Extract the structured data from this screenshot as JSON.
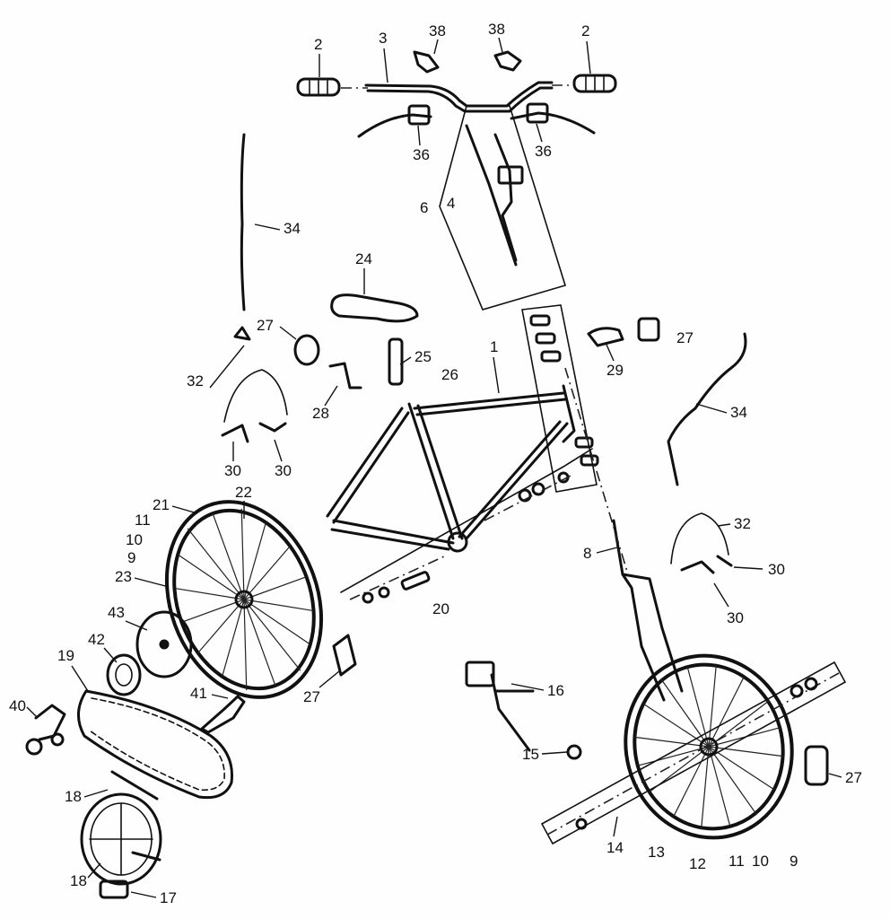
{
  "diagram": {
    "callouts": [
      {
        "id": "c1",
        "text": "1"
      },
      {
        "id": "c2a",
        "text": "2"
      },
      {
        "id": "c2b",
        "text": "2"
      },
      {
        "id": "c3",
        "text": "3"
      },
      {
        "id": "c4",
        "text": "4"
      },
      {
        "id": "c6",
        "text": "6"
      },
      {
        "id": "c8",
        "text": "8"
      },
      {
        "id": "c9a",
        "text": "9"
      },
      {
        "id": "c9b",
        "text": "9"
      },
      {
        "id": "c10a",
        "text": "10"
      },
      {
        "id": "c10b",
        "text": "10"
      },
      {
        "id": "c11a",
        "text": "11"
      },
      {
        "id": "c11b",
        "text": "11"
      },
      {
        "id": "c12",
        "text": "12"
      },
      {
        "id": "c13",
        "text": "13"
      },
      {
        "id": "c14",
        "text": "14"
      },
      {
        "id": "c15",
        "text": "15"
      },
      {
        "id": "c16",
        "text": "16"
      },
      {
        "id": "c17",
        "text": "17"
      },
      {
        "id": "c18a",
        "text": "18"
      },
      {
        "id": "c18b",
        "text": "18"
      },
      {
        "id": "c19",
        "text": "19"
      },
      {
        "id": "c20",
        "text": "20"
      },
      {
        "id": "c21",
        "text": "21"
      },
      {
        "id": "c22",
        "text": "22"
      },
      {
        "id": "c23",
        "text": "23"
      },
      {
        "id": "c24",
        "text": "24"
      },
      {
        "id": "c25",
        "text": "25"
      },
      {
        "id": "c26",
        "text": "26"
      },
      {
        "id": "c27a",
        "text": "27"
      },
      {
        "id": "c27b",
        "text": "27"
      },
      {
        "id": "c27c",
        "text": "27"
      },
      {
        "id": "c27d",
        "text": "27"
      },
      {
        "id": "c28",
        "text": "28"
      },
      {
        "id": "c29",
        "text": "29"
      },
      {
        "id": "c30a",
        "text": "30"
      },
      {
        "id": "c30b",
        "text": "30"
      },
      {
        "id": "c30c",
        "text": "30"
      },
      {
        "id": "c30d",
        "text": "30"
      },
      {
        "id": "c32a",
        "text": "32"
      },
      {
        "id": "c32b",
        "text": "32"
      },
      {
        "id": "c34a",
        "text": "34"
      },
      {
        "id": "c34b",
        "text": "34"
      },
      {
        "id": "c36a",
        "text": "36"
      },
      {
        "id": "c36b",
        "text": "36"
      },
      {
        "id": "c38a",
        "text": "38"
      },
      {
        "id": "c38b",
        "text": "38"
      },
      {
        "id": "c40",
        "text": "40"
      },
      {
        "id": "c41",
        "text": "41"
      },
      {
        "id": "c42",
        "text": "42"
      },
      {
        "id": "c43",
        "text": "43"
      }
    ]
  }
}
